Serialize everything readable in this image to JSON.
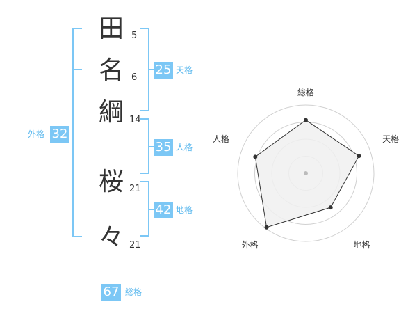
{
  "name": {
    "chars": [
      {
        "char": "田",
        "strokes": "5"
      },
      {
        "char": "名",
        "strokes": "6"
      },
      {
        "char": "綱",
        "strokes": "14"
      },
      {
        "char": "桜",
        "strokes": "21"
      },
      {
        "char": "々",
        "strokes": "21"
      }
    ]
  },
  "kaku": {
    "tenkaku": {
      "value": "25",
      "label": "天格"
    },
    "jinkaku": {
      "value": "35",
      "label": "人格"
    },
    "chikaku": {
      "value": "42",
      "label": "地格"
    },
    "gaikaku": {
      "value": "32",
      "label": "外格"
    },
    "soukaku": {
      "value": "67",
      "label": "総格"
    }
  },
  "chart_data": {
    "type": "radar",
    "axes": [
      "総格",
      "天格",
      "地格",
      "外格",
      "人格"
    ],
    "values": [
      0.78,
      0.82,
      0.62,
      0.98,
      0.78
    ],
    "rmax": 1,
    "grid": true,
    "colors": {
      "fill": "#f0f0f0",
      "line": "#333333",
      "grid": "#d0d0d0",
      "point": "#333333",
      "center": "#bbbbbb"
    }
  }
}
